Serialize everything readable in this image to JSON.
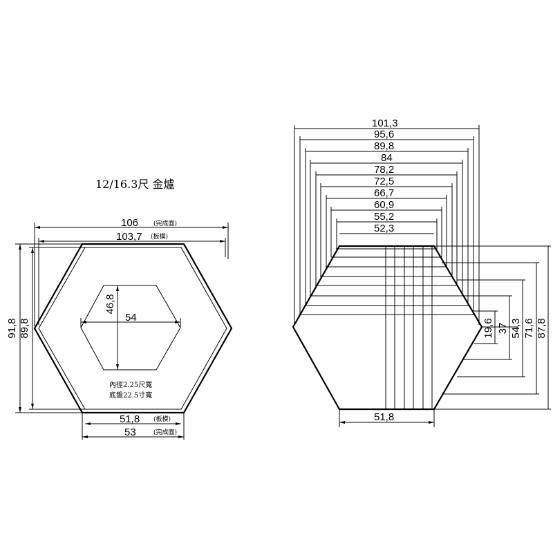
{
  "title": "12/16.3尺 金爐",
  "left": {
    "width_top_outer": "106",
    "width_top_outer_note": "(完成面)",
    "width_top_inner": "103,7",
    "width_top_inner_note": "(板模)",
    "height_outer": "91,8",
    "height_inner": "89,8",
    "inner_height": "46,8",
    "inner_width": "54",
    "note_line1": "內徑2.25尺寬",
    "note_line2": "底盤22.5寸寬",
    "bottom_inner": "51,8",
    "bottom_inner_note": "(板模)",
    "bottom_outer": "53",
    "bottom_outer_note": "(完成面)"
  },
  "right": {
    "widths": [
      "101,3",
      "95,6",
      "89,8",
      "84",
      "78,2",
      "72,5",
      "66,7",
      "60,9",
      "55,2",
      "52,3"
    ],
    "heights": [
      "19,6",
      "37",
      "54,3",
      "71,6",
      "87,8"
    ],
    "bottom_width": "51,8"
  }
}
